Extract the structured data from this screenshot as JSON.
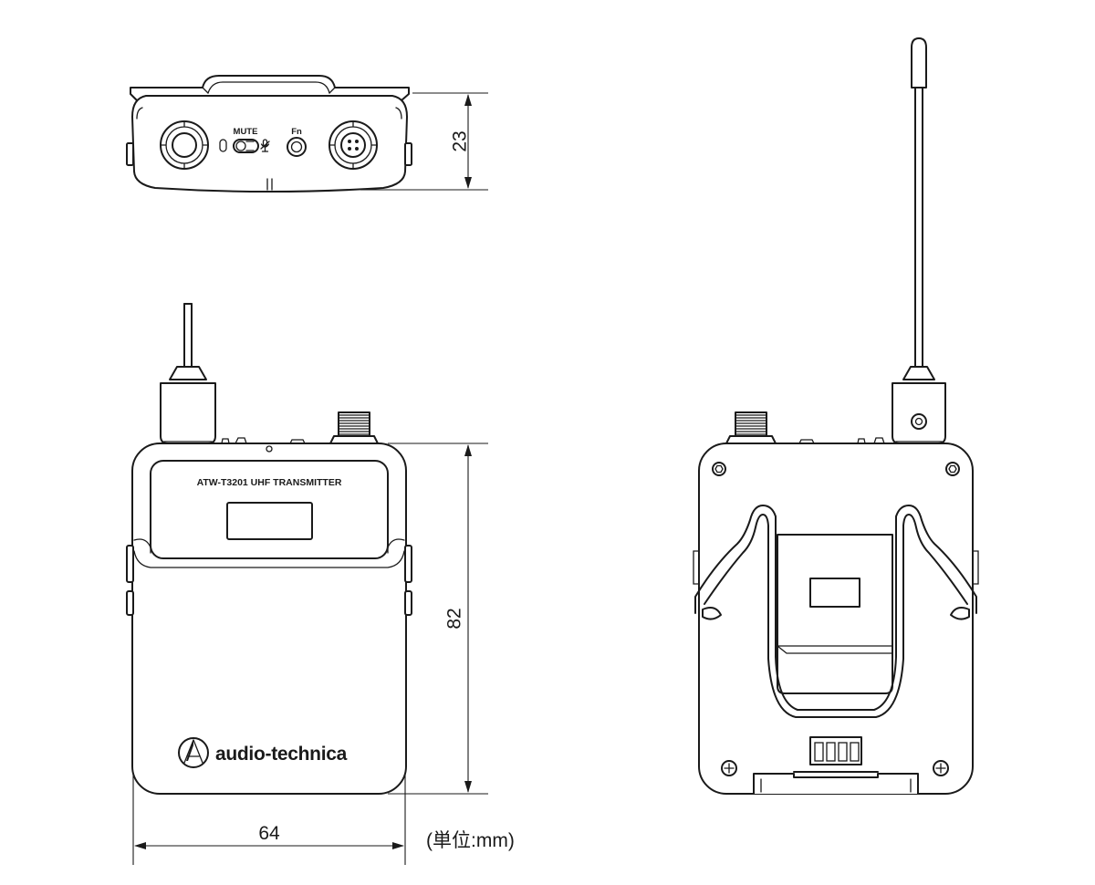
{
  "top_view": {
    "mute_label": "MUTE",
    "fn_label": "Fn"
  },
  "front_view": {
    "model_label": "ATW-T3201  UHF TRANSMITTER",
    "brand_name": "audio-technica",
    "brand_logo_icon": "audio-technica-triangle-logo-icon"
  },
  "dimensions": {
    "depth": "23",
    "height": "82",
    "width": "64",
    "unit_note": "(単位:mm)"
  }
}
